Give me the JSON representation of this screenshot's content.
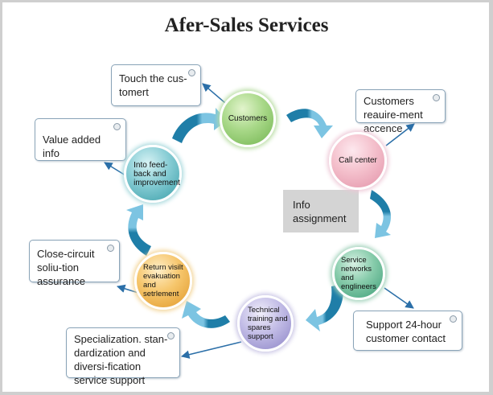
{
  "title": "Afer-Sales Services",
  "nodes": [
    {
      "id": "customers",
      "label": "Customers",
      "color": "#8cc66a"
    },
    {
      "id": "call-center",
      "label": "Call center",
      "color": "#eeaab8"
    },
    {
      "id": "service-networks",
      "label": "Service networks and englineers",
      "color": "#5cb894"
    },
    {
      "id": "technical-training",
      "label": "Technical training and spares support",
      "color": "#a8a2d6"
    },
    {
      "id": "return-visit",
      "label": "Return visilt evakuation and setrlement",
      "color": "#f0b24a"
    },
    {
      "id": "feedback",
      "label": "Into feed-back and improvement",
      "color": "#58b6c0"
    }
  ],
  "notes": [
    {
      "id": "touch-customer",
      "text": "Touch the cus-tomert"
    },
    {
      "id": "customers-requirement",
      "text": "Customers reauire-ment accence"
    },
    {
      "id": "value-added",
      "text": "Value added info"
    },
    {
      "id": "close-circuit",
      "text": "Close-circuit soliu-tion assurance"
    },
    {
      "id": "support-24h",
      "text": "Support 24-hour customer contact"
    },
    {
      "id": "specialization",
      "text": "Specialization. stan-dardization and diversi-fication service support"
    }
  ],
  "info_box": {
    "text": "Info assignment"
  },
  "colors": {
    "arrow_dark": "#1f7ea8",
    "arrow_light": "#7cc4e2",
    "connector": "#2b6fa8",
    "note_border": "#8aa4b8"
  }
}
